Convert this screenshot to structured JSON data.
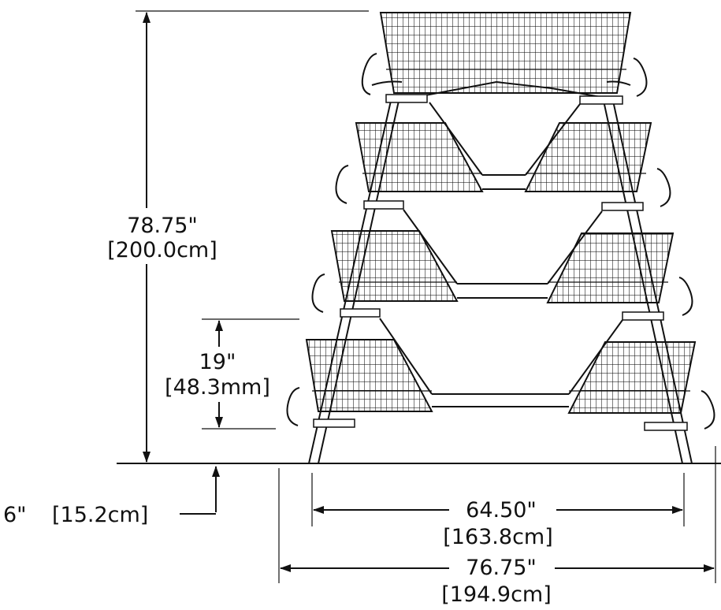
{
  "dimensions": {
    "total_height": {
      "imperial": "78.75\"",
      "metric": "[200.0cm]"
    },
    "tier_height": {
      "imperial": "19\"",
      "metric": "[48.3mm]"
    },
    "ground_clearance": {
      "imperial": "6\"",
      "metric": "[15.2cm]"
    },
    "inner_width": {
      "imperial": "64.50\"",
      "metric": "[163.8cm]"
    },
    "overall_width": {
      "imperial": "76.75\"",
      "metric": "[194.9cm]"
    }
  },
  "tiers": [
    {
      "level": 1,
      "type": "full-width-top"
    },
    {
      "level": 2,
      "type": "split"
    },
    {
      "level": 3,
      "type": "split"
    },
    {
      "level": 4,
      "type": "split"
    }
  ]
}
